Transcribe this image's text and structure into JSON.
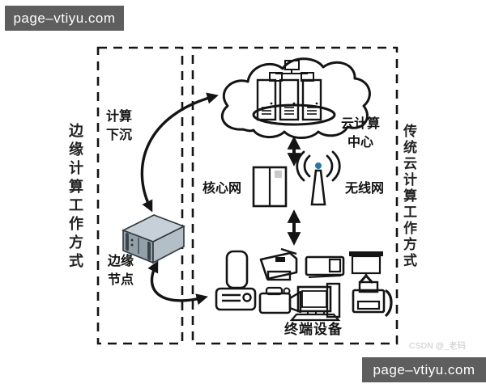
{
  "watermarks": {
    "top_left": "page–vtiyu.com",
    "bottom_right": "page–vtiyu.com",
    "csdn": "CSDN @_老码"
  },
  "edge_panel": {
    "side_label": "边缘计算工作方式",
    "compute_sink_label": "计算下沉",
    "edge_node_label": "边缘节点"
  },
  "cloud_panel": {
    "side_label": "传统云计算工作方式",
    "cloud_center_label": "云计算中心",
    "core_network_label": "核心网",
    "wireless_network_label": "无线网",
    "terminal_devices_label": "终端设备"
  },
  "icons": {
    "cloud": "cloud-with-server-racks-icon",
    "edge_node": "edge-server-3d-icon",
    "core_network": "network-cabinet-icon",
    "wireless_network": "antenna-icon",
    "devices": [
      "smartphone-icon",
      "printer-icon",
      "projector-icon",
      "projection-screen-icon",
      "set-top-box-icon",
      "camcorder-icon",
      "desktop-computer-icon",
      "fax-machine-icon"
    ]
  },
  "colors": {
    "line": "#141414",
    "background": "#ffffff",
    "watermark_bg": "#5e5e5e",
    "watermark_text": "#ffffff",
    "csdn_text": "#c8c8c8",
    "antenna_dot": "#2878a0",
    "server_top": "#c7d0d8",
    "server_front": "#93a0a8",
    "server_side": "#b3bec6"
  }
}
